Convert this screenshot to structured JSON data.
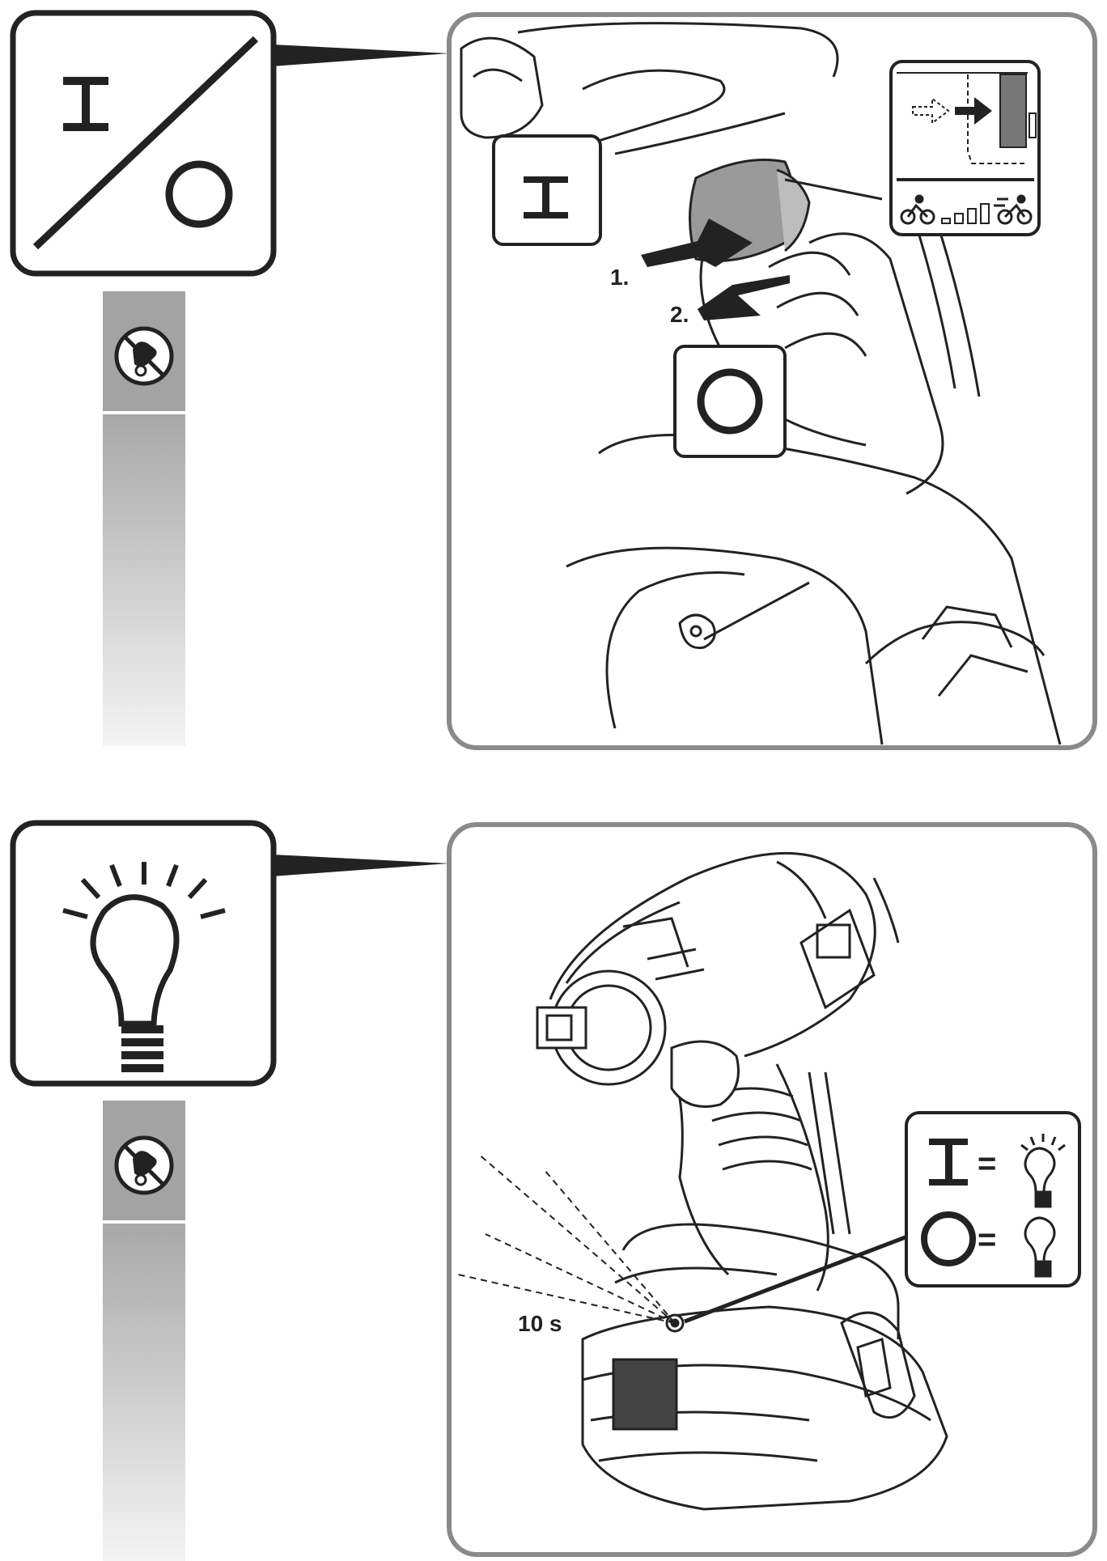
{
  "section_power": {
    "step_1_label": "1.",
    "step_2_label": "2.",
    "mode_icons": [
      "cyclist-slow-icon",
      "speed-bars-icon",
      "cyclist-fast-icon"
    ]
  },
  "section_light": {
    "duration_label": "10 s",
    "legend_equals_on": "=",
    "legend_equals_off": "="
  },
  "colors": {
    "stroke": "#222222",
    "frame": "#8a8a8a",
    "accent_gray": "#9a9a9a"
  }
}
